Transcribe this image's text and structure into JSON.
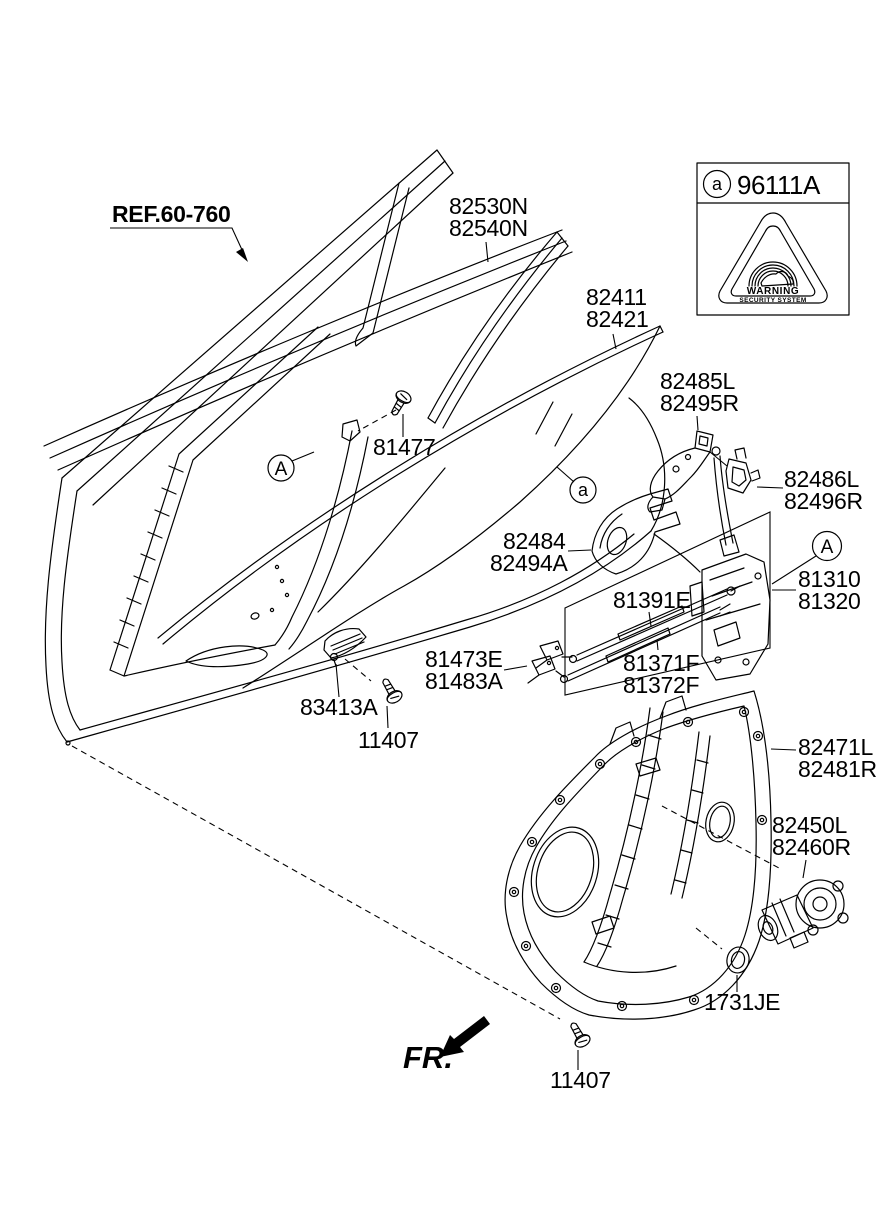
{
  "ref_label": "REF.60-760",
  "fr_label": "FR.",
  "warning_box": {
    "marker": "a",
    "part_number": "96111A",
    "line1": "WARNING",
    "line2": "SECURITY SYSTEM"
  },
  "markers": {
    "glass": "a",
    "door": "A",
    "lock": "A"
  },
  "parts": {
    "glass_run": {
      "line1": "82530N",
      "line2": "82540N"
    },
    "glass": {
      "line1": "82411",
      "line2": "82421"
    },
    "handle_base": {
      "line1": "82485L",
      "line2": "82495R"
    },
    "latch_bracket": {
      "line1": "82486L",
      "line2": "82496R"
    },
    "frame_screw": {
      "line1": "81477"
    },
    "handle_pad": {
      "line1": "82484",
      "line2": "82494A"
    },
    "door_latch": {
      "line1": "81310",
      "line2": "81320"
    },
    "latch_cable": {
      "line1": "81391E"
    },
    "connecting_rods": {
      "line1": "81371F",
      "line2": "81372F"
    },
    "rod_clips": {
      "line1": "81473E",
      "line2": "81483A"
    },
    "sash_clip": {
      "line1": "83413A"
    },
    "sash_screw": {
      "line1": "11407"
    },
    "module_panel": {
      "line1": "82471L",
      "line2": "82481R"
    },
    "regulator_motor": {
      "line1": "82450L",
      "line2": "82460R"
    },
    "grommet": {
      "line1": "1731JE"
    },
    "panel_screw": {
      "line1": "11407"
    }
  }
}
